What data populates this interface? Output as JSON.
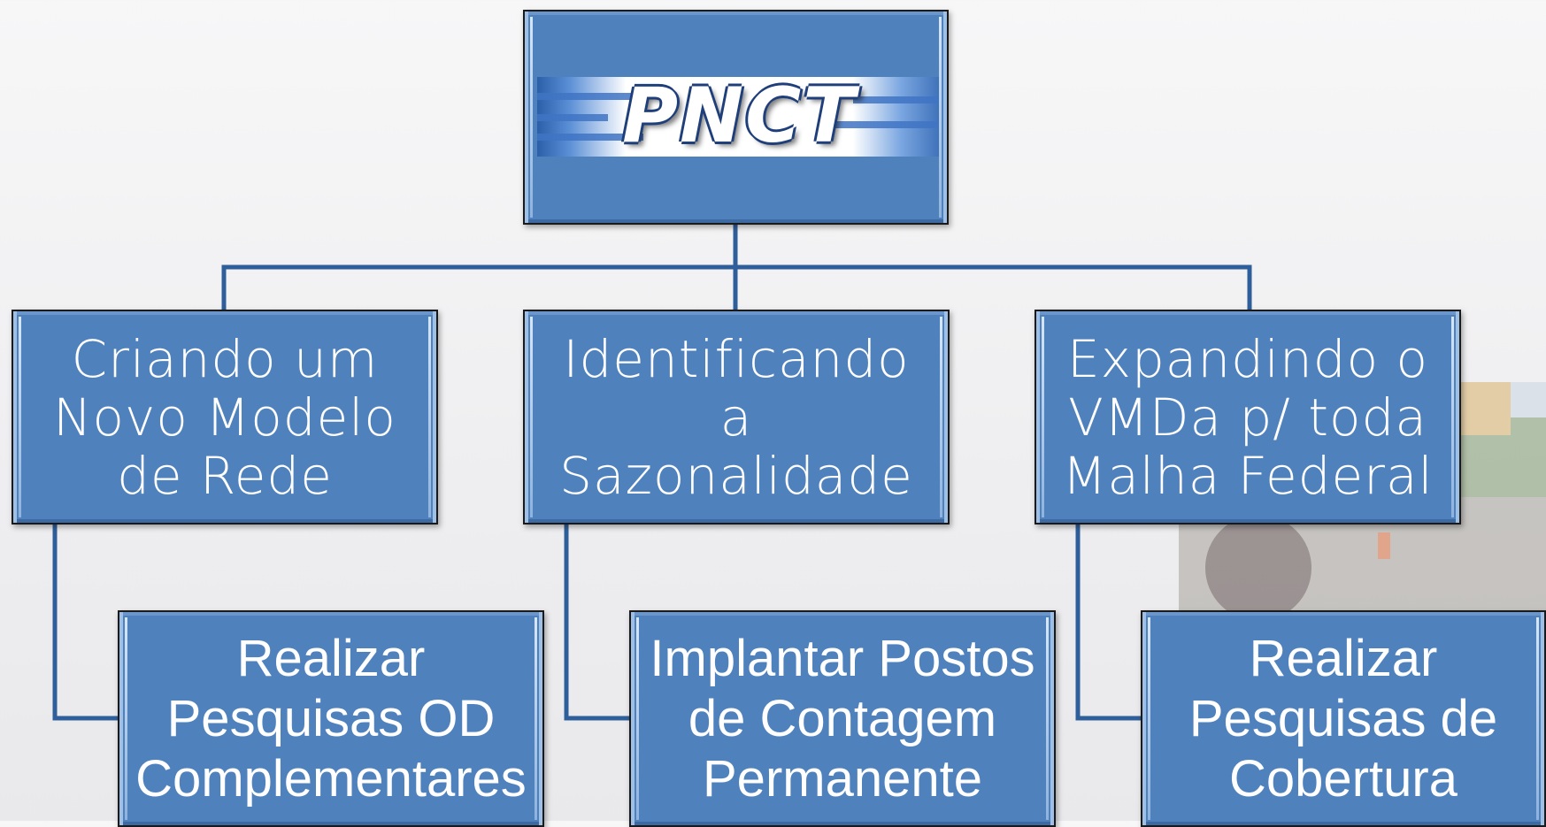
{
  "colors": {
    "box_fill": "#4f81bd",
    "box_border": "#1a1a1a",
    "connector": "#3f6fa8",
    "text": "#ffffff",
    "background": "#f0f0f2"
  },
  "root": {
    "logo_text": "PNCT"
  },
  "branches": [
    {
      "label": "Criando um\nNovo Modelo\nde Rede",
      "child": "Realizar\nPesquisas OD\nComplementares"
    },
    {
      "label": "Identificando\na\nSazonalidade",
      "child": "Implantar Postos\nde Contagem\nPermanente"
    },
    {
      "label": "Expandindo o\nVMDa p/ toda\nMalha Federal",
      "child": "Realizar\nPesquisas de\nCobertura"
    }
  ]
}
